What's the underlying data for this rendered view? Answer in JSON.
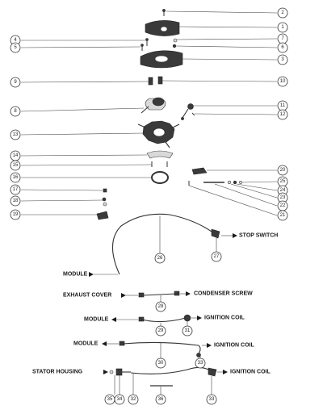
{
  "callouts": [
    "1",
    "2",
    "3",
    "4",
    "5",
    "6",
    "7",
    "8",
    "9",
    "10",
    "11",
    "12",
    "13",
    "14",
    "15",
    "16",
    "17",
    "18",
    "19",
    "20",
    "21",
    "22",
    "23",
    "24",
    "25",
    "26",
    "27",
    "28",
    "29",
    "30",
    "31",
    "32",
    "33",
    "34",
    "35",
    "36"
  ],
  "labels": {
    "stop_switch": "STOP SWITCH",
    "module_1": "MODULE",
    "exhaust_cover": "EXHAUST COVER",
    "condenser_screw": "CONDENSER SCREW",
    "module_2": "MODULE",
    "ignition_coil_1": "IGNITION COIL",
    "module_3": "MODULE",
    "ignition_coil_2": "IGNITION COIL",
    "stator_housing": "STATOR HOUSING",
    "ignition_coil_3": "IGNITION COIL"
  }
}
